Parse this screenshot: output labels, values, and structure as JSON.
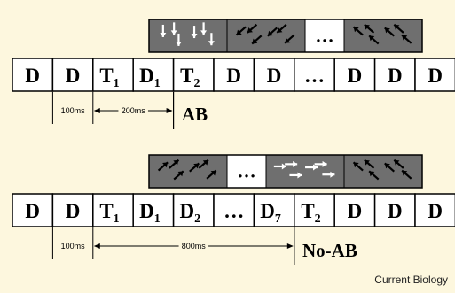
{
  "credit": "Current Biology",
  "panels": [
    {
      "id": "ab",
      "condition_label": "AB",
      "sequence": [
        {
          "main": "D",
          "sub": ""
        },
        {
          "main": "D",
          "sub": ""
        },
        {
          "main": "T",
          "sub": "1"
        },
        {
          "main": "D",
          "sub": "1"
        },
        {
          "main": "T",
          "sub": "2"
        },
        {
          "main": "D",
          "sub": ""
        },
        {
          "main": "D",
          "sub": ""
        },
        {
          "main": "…",
          "sub": ""
        },
        {
          "main": "D",
          "sub": ""
        },
        {
          "main": "D",
          "sub": ""
        },
        {
          "main": "D",
          "sub": ""
        }
      ],
      "timing": [
        "100ms",
        "200ms"
      ],
      "motion_strip": [
        {
          "type": "arrows",
          "shade": "dark",
          "arrows": "white",
          "direction": "down"
        },
        {
          "type": "arrows",
          "shade": "dark",
          "arrows": "black",
          "direction": "down-left"
        },
        {
          "type": "ellipsis",
          "text": "…"
        },
        {
          "type": "arrows",
          "shade": "dark",
          "arrows": "black",
          "direction": "up-left"
        }
      ]
    },
    {
      "id": "noab",
      "condition_label": "No-AB",
      "sequence": [
        {
          "main": "D",
          "sub": ""
        },
        {
          "main": "D",
          "sub": ""
        },
        {
          "main": "T",
          "sub": "1"
        },
        {
          "main": "D",
          "sub": "1"
        },
        {
          "main": "D",
          "sub": "2"
        },
        {
          "main": "…",
          "sub": ""
        },
        {
          "main": "D",
          "sub": "7"
        },
        {
          "main": "T",
          "sub": "2"
        },
        {
          "main": "D",
          "sub": ""
        },
        {
          "main": "D",
          "sub": ""
        },
        {
          "main": "D",
          "sub": ""
        }
      ],
      "timing": [
        "100ms",
        "800ms"
      ],
      "motion_strip": [
        {
          "type": "arrows",
          "shade": "dark",
          "arrows": "black",
          "direction": "up-right"
        },
        {
          "type": "ellipsis",
          "text": "…"
        },
        {
          "type": "arrows",
          "shade": "dark",
          "arrows": "white",
          "direction": "right"
        },
        {
          "type": "arrows",
          "shade": "dark",
          "arrows": "black",
          "direction": "up-left"
        }
      ]
    }
  ],
  "colors": {
    "background": "#fdf7de",
    "strip_dark": "#6f6f6f",
    "cell_fill": "#ffffff",
    "border": "#000000"
  }
}
